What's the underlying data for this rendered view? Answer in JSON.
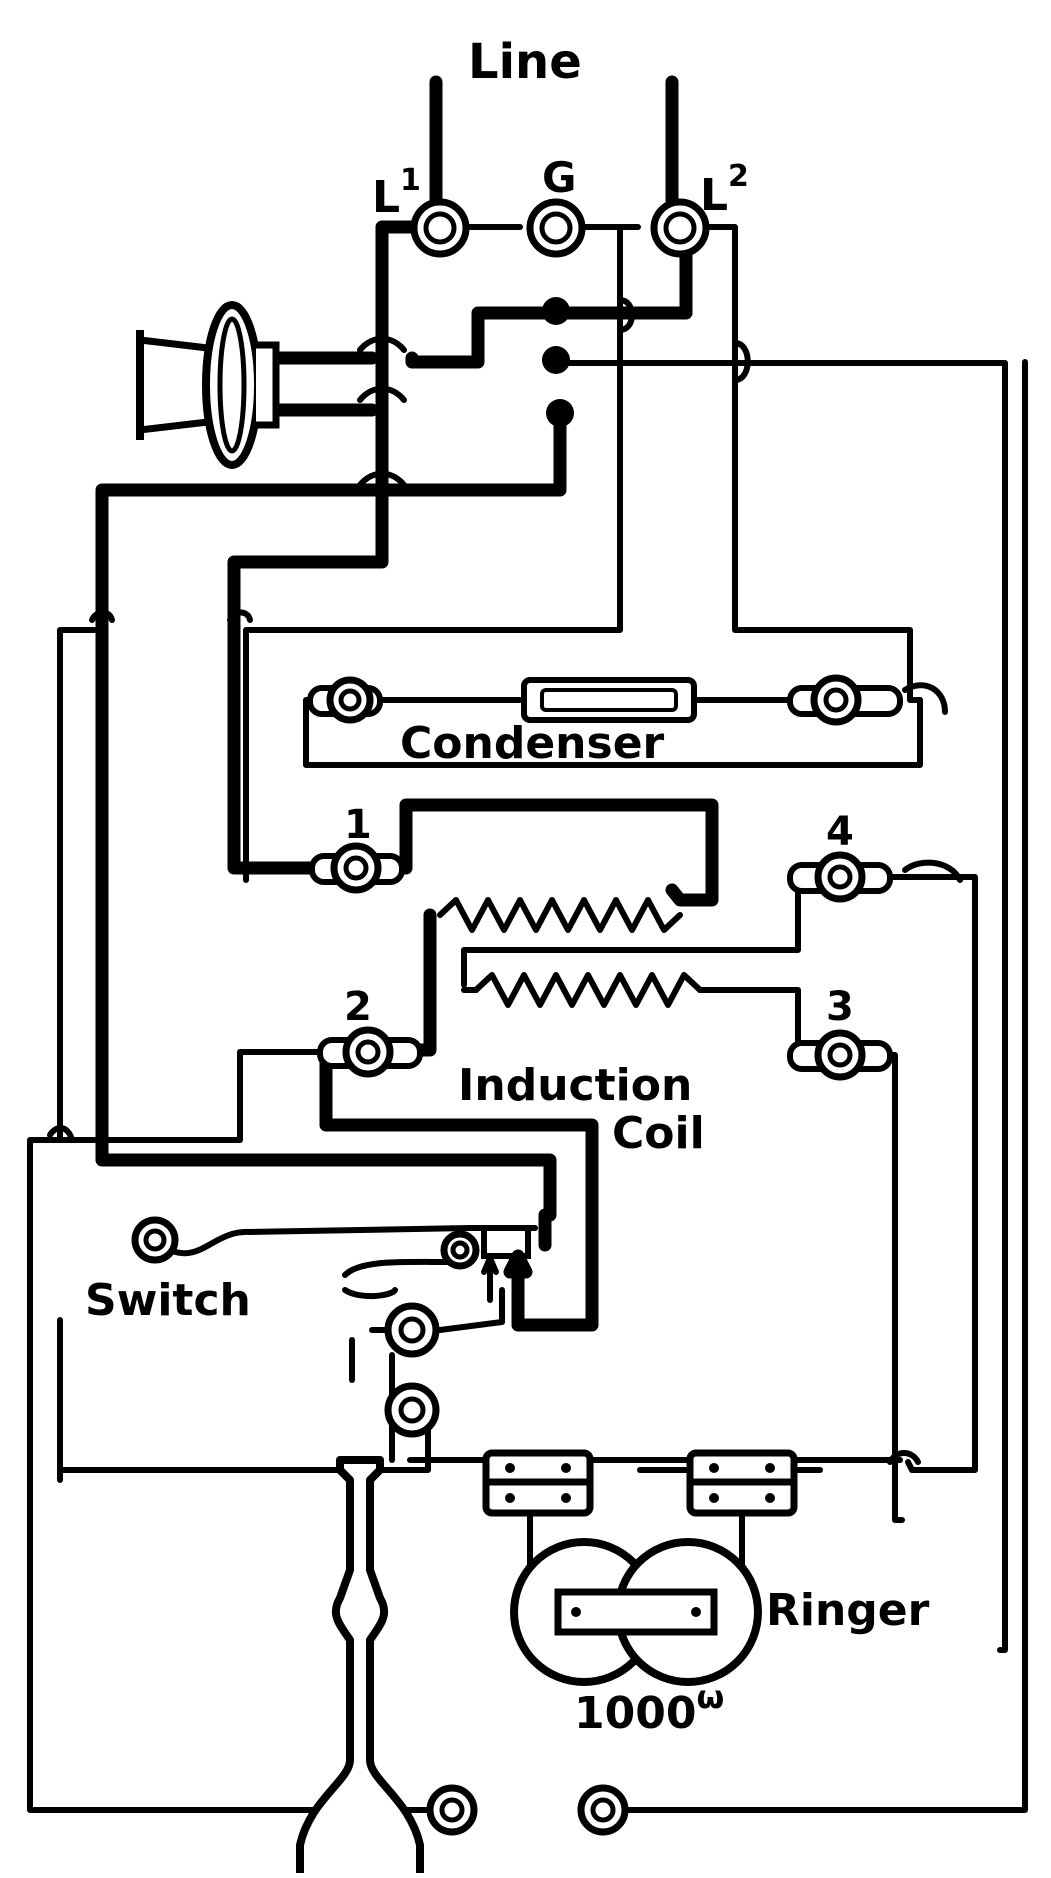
{
  "labels": {
    "line": "Line",
    "l1": "L",
    "l1_sup": "1",
    "g": "G",
    "l2": "L",
    "l2_sup": "2",
    "condenser": "Condenser",
    "coil_t1": "1",
    "coil_t2": "2",
    "coil_t3": "3",
    "coil_t4": "4",
    "induction": "Induction",
    "coil": "Coil",
    "switch": "Switch",
    "ringer": "Ringer",
    "ringer_resistance": "1000",
    "ringer_unit": "ω"
  },
  "colors": {
    "ink": "#000000",
    "paper": "#ffffff"
  }
}
